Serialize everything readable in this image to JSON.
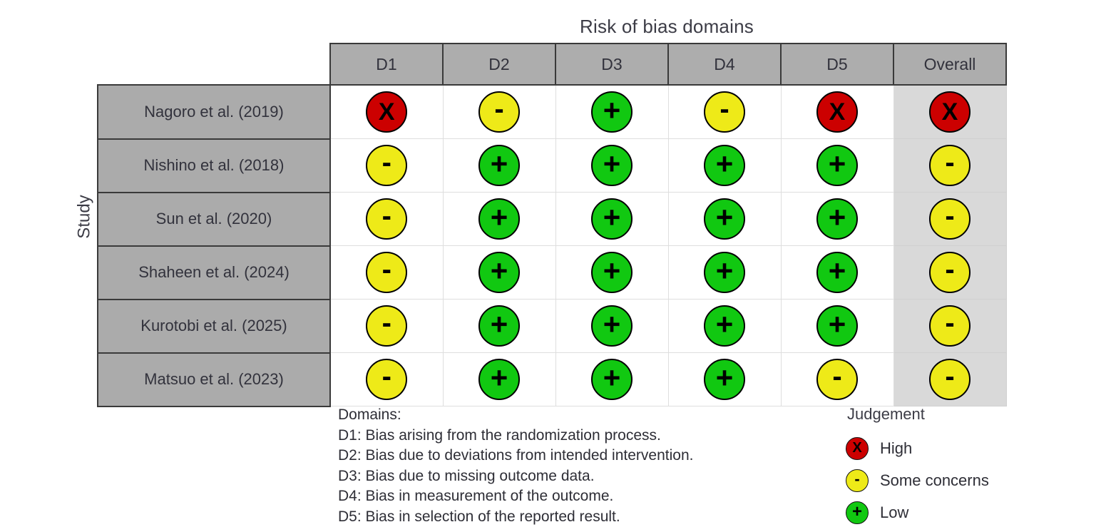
{
  "chart_data": {
    "type": "table",
    "title": "Risk of bias domains",
    "ylabel": "Study",
    "columns": [
      "D1",
      "D2",
      "D3",
      "D4",
      "D5",
      "Overall"
    ],
    "rows": [
      {
        "study": "Nagoro et al. (2019)",
        "judgements": [
          "high",
          "some",
          "low",
          "some",
          "high",
          "high"
        ]
      },
      {
        "study": "Nishino et al. (2018)",
        "judgements": [
          "some",
          "low",
          "low",
          "low",
          "low",
          "some"
        ]
      },
      {
        "study": "Sun et al. (2020)",
        "judgements": [
          "some",
          "low",
          "low",
          "low",
          "low",
          "some"
        ]
      },
      {
        "study": "Shaheen et al. (2024)",
        "judgements": [
          "some",
          "low",
          "low",
          "low",
          "low",
          "some"
        ]
      },
      {
        "study": "Kurotobi et al. (2025)",
        "judgements": [
          "some",
          "low",
          "low",
          "low",
          "low",
          "some"
        ]
      },
      {
        "study": "Matsuo et al. (2023)",
        "judgements": [
          "some",
          "low",
          "low",
          "low",
          "some",
          "some"
        ]
      }
    ],
    "judgement_glyphs": {
      "high": "X",
      "some": "-",
      "low": "+"
    },
    "judgement_colors": {
      "high": "#CC0000",
      "some": "#EEEA18",
      "low": "#11C811"
    },
    "legend_position": "bottom-right",
    "grid": true
  },
  "domains_legend": {
    "heading": "Domains:",
    "lines": [
      "D1: Bias arising from the randomization process.",
      "D2: Bias due to deviations from intended intervention.",
      "D3: Bias due to missing outcome data.",
      "D4: Bias in measurement of the outcome.",
      "D5: Bias in selection of the reported result."
    ]
  },
  "judgement_legend": {
    "title": "Judgement",
    "items": [
      {
        "key": "high",
        "glyph": "X",
        "label": "High"
      },
      {
        "key": "some",
        "glyph": "-",
        "label": "Some concerns"
      },
      {
        "key": "low",
        "glyph": "+",
        "label": "Low"
      }
    ]
  }
}
